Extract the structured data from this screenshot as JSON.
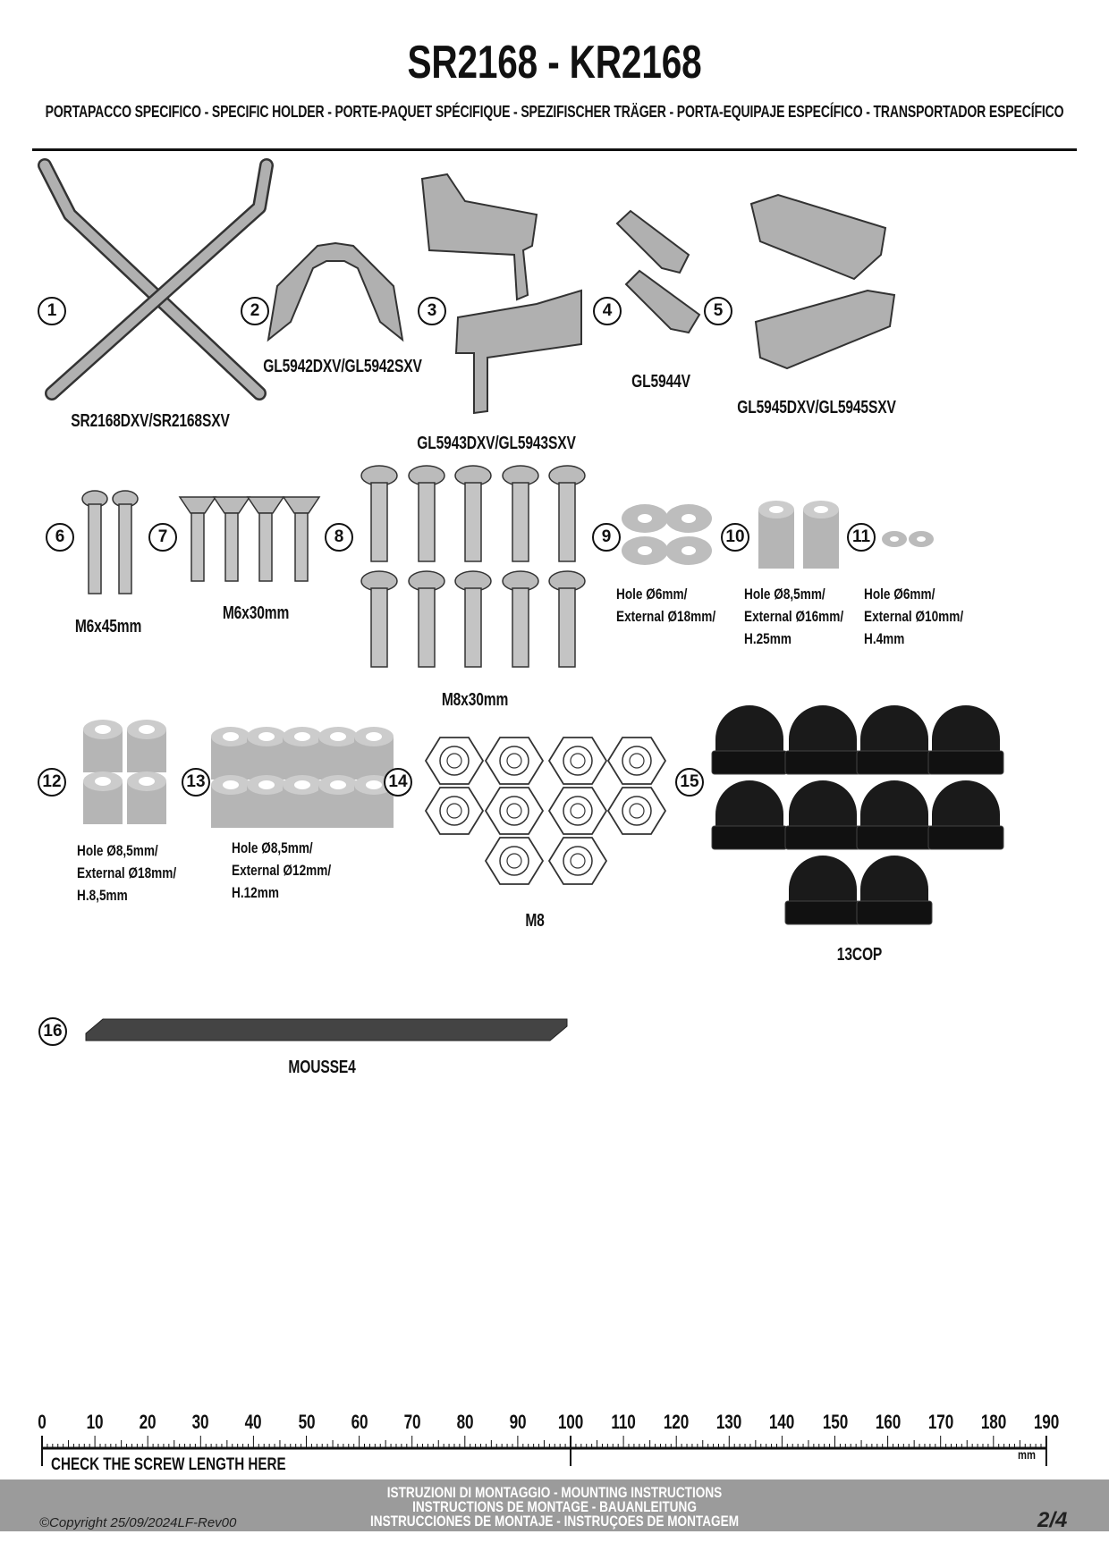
{
  "header": {
    "title": "SR2168 - KR2168",
    "subtitle": "PORTAPACCO SPECIFICO - SPECIFIC HOLDER - PORTE-PAQUET SPÉCIFIQUE - SPEZIFISCHER TRÄGER - PORTA-EQUIPAJE ESPECÍFICO - TRANSPORTADOR ESPECÍFICO"
  },
  "parts": [
    {
      "num": "1",
      "label": "SR2168DXV/SR2168SXV"
    },
    {
      "num": "2",
      "label": "GL5942DXV/GL5942SXV"
    },
    {
      "num": "3",
      "label": "GL5943DXV/GL5943SXV"
    },
    {
      "num": "4",
      "label": "GL5944V"
    },
    {
      "num": "5",
      "label": "GL5945DXV/GL5945SXV"
    },
    {
      "num": "6",
      "label": "M6x45mm"
    },
    {
      "num": "7",
      "label": "M6x30mm"
    },
    {
      "num": "8",
      "label": "M8x30mm"
    },
    {
      "num": "9",
      "lines": [
        "Hole Ø6mm/",
        "External Ø18mm/"
      ]
    },
    {
      "num": "10",
      "lines": [
        "Hole Ø8,5mm/",
        "External Ø16mm/",
        "H.25mm"
      ]
    },
    {
      "num": "11",
      "lines": [
        "Hole Ø6mm/",
        "External Ø10mm/",
        "H.4mm"
      ]
    },
    {
      "num": "12",
      "lines": [
        "Hole Ø8,5mm/",
        "External Ø18mm/",
        "H.8,5mm"
      ]
    },
    {
      "num": "13",
      "lines": [
        "Hole Ø8,5mm/",
        "External Ø12mm/",
        "H.12mm"
      ]
    },
    {
      "num": "14",
      "label": "M8"
    },
    {
      "num": "15",
      "label": "13COP"
    },
    {
      "num": "16",
      "label": "MOUSSE4"
    }
  ],
  "ruler": {
    "labels": [
      "0",
      "10",
      "20",
      "30",
      "40",
      "50",
      "60",
      "70",
      "80",
      "90",
      "100",
      "110",
      "120",
      "130",
      "140",
      "150",
      "160",
      "170",
      "180",
      "190"
    ],
    "unit": "mm",
    "caption": "CHECK THE SCREW LENGTH HERE"
  },
  "footer": {
    "lines": [
      "ISTRUZIONI DI MONTAGGIO  -  MOUNTING INSTRUCTIONS",
      "INSTRUCTIONS DE MONTAGE - BAUANLEITUNG",
      "INSTRUCCIONES DE MONTAJE - INSTRUÇOES DE MONTAGEM"
    ],
    "copyright": "©Copyright 25/09/2024LF-Rev00",
    "page": "2/4"
  }
}
